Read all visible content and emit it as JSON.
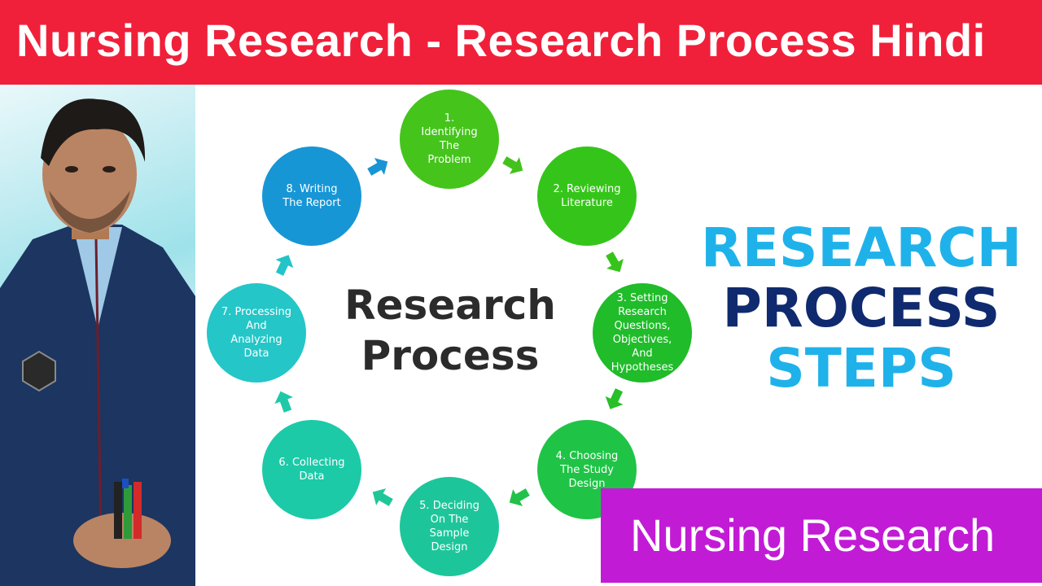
{
  "banner": {
    "title": "Nursing Research - Research Process Hindi",
    "color": "#f0203a"
  },
  "diagram": {
    "center_title": "Research\nProcess",
    "steps": [
      {
        "label": "1.\nIdentifying\nThe\nProblem",
        "color": "#45c41c"
      },
      {
        "label": "2. Reviewing\nLiterature",
        "color": "#35c51a"
      },
      {
        "label": "3. Setting\nResearch\nQuestions,\nObjectives,\nAnd\nHypotheses",
        "color": "#20bc2a"
      },
      {
        "label": "4. Choosing\nThe Study\nDesign",
        "color": "#1fc446"
      },
      {
        "label": "5. Deciding\nOn The\nSample\nDesign",
        "color": "#1dc69a"
      },
      {
        "label": "6. Collecting\nData",
        "color": "#1ccaa8"
      },
      {
        "label": "7. Processing\nAnd\nAnalyzing\nData",
        "color": "#24c6c8"
      },
      {
        "label": "8. Writing\nThe Report",
        "color": "#1796d6"
      }
    ]
  },
  "heading": {
    "line1": "RESEARCH",
    "line2": "PROCESS",
    "line3": "STEPS"
  },
  "footer": {
    "label": "Nursing Research",
    "color": "#c21bd6"
  },
  "presenter": {
    "icon": "presenter-photo"
  }
}
